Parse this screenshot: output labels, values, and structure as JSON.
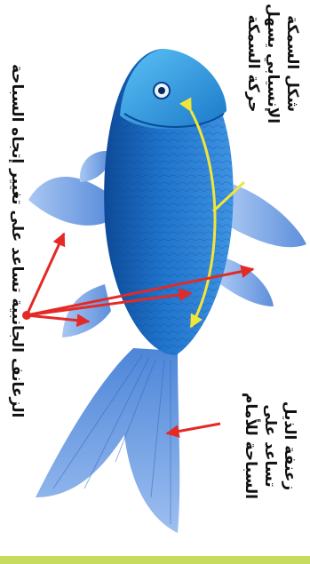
{
  "labels": {
    "body_shape": [
      "شكل السمكة",
      "الإنسيابي يسهل",
      "حركة السمكة"
    ],
    "side_fins": "الزعانف الجانبية تساعد على تغيير إتجاه السباحة",
    "tail_fin": [
      "زعنفة الذيل",
      "تساعد على",
      "السباحة للأمام"
    ]
  },
  "colors": {
    "arrow_red": "#e32a26",
    "arrow_yellow": "#f2e53a",
    "fish_dark": "#0f4f9e",
    "fish_mid": "#1f74cc",
    "fish_light": "#5aaef0",
    "fin": "#6e9be0",
    "bottom_bar": "#c7dc5e"
  }
}
